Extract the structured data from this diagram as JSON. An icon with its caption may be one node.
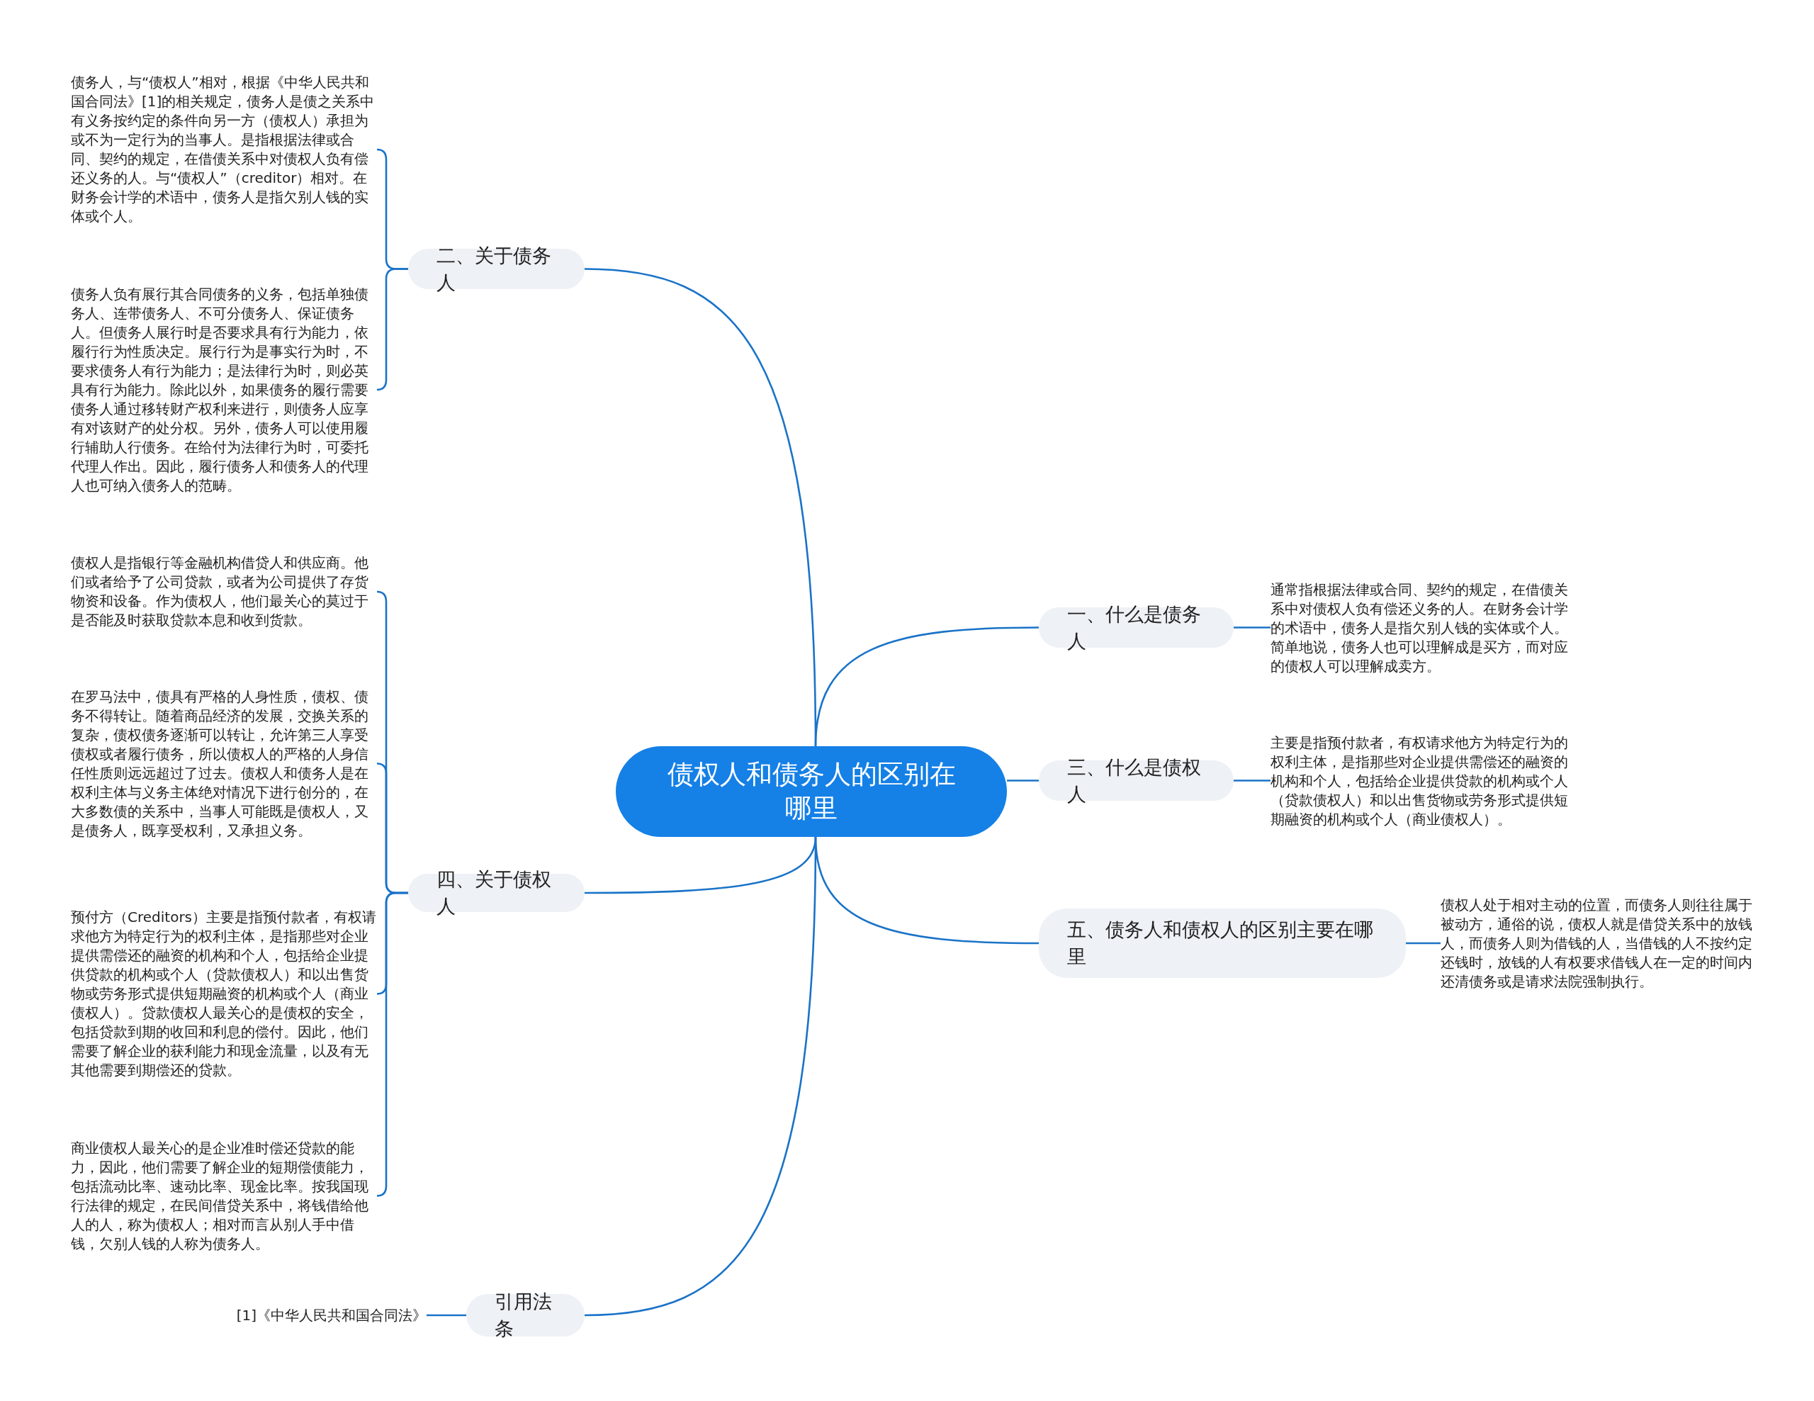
{
  "diagram": {
    "nodes": [
      {
        "text": [
          "债权人和债务人的区别在哪里"
        ]
      },
      {
        "text": [
          "二、关于债务人"
        ]
      },
      {
        "text": [
          "债务人，与“债权人”相对，根据《中华人民共和国合同法》[1]的相关规定，债务人是债之关系中有义务按约定的条件向另一方（债权人）承担为或不为一定行为的当事人。是指根据法律或合同、契约的规定，在借债关系中对债权人负有偿还义务的人。与“债权人”（creditor）相对。在财务会计学的术语中，债务人是指欠别人钱的实体或个人。"
        ]
      },
      {
        "text": [
          "债务人负有展行其合同债务的义务，包括单独债务人、连带债务人、不可分债务人、保证债务人。但债务人展行时是否要求具有行为能力，依履行行为性质决定。展行行为是事实行为时，不要求债务人有行为能力；是法律行为时，则必英具有行为能力。除此以外，如果债务的履行需要债务人通过移转财产权利来进行，则债务人应享有对该财产的处分权。另外，债务人可以使用履行辅助人行债务。在给付为法律行为时，可委托代理人作出。因此，履行债务人和债务人的代理人也可纳入债务人的范畴。"
        ]
      },
      {
        "text": [
          "四、关于债权人"
        ]
      },
      {
        "text": [
          "债权人是指银行等金融机构借贷人和供应商。他们或者给予了公司贷款，或者为公司提供了存货物资和设备。作为债权人，他们最关心的莫过于是否能及时获取贷款本息和收到货款。"
        ]
      },
      {
        "text": [
          "在罗马法中，债具有严格的人身性质，债权、债务不得转让。随着商品经济的发展，交换关系的复杂，债权债务逐渐可以转让，允许第三人享受债权或者履行债务，所以债权人的严格的人身信任性质则远远超过了过去。债权人和债务人是在权利主体与义务主体绝对情况下进行创分的，在大多数债的关系中，当事人可能既是债权人，又是债务人，既享受权利，又承担义务。"
        ]
      },
      {
        "text": [
          "预付方（Creditors）主要是指预付款者，有权请求他方为特定行为的权利主体，是指那些对企业提供需偿还的融资的机构和个人，包括给企业提供贷款的机构或个人（贷款债权人）和以出售货物或劳务形式提供短期融资的机构或个人（商业债权人）。贷款债权人最关心的是债权的安全，包括贷款到期的收回和利息的偿付。因此，他们需要了解企业的获利能力和现金流量，以及有无其他需要到期偿还的贷款。"
        ]
      },
      {
        "text": [
          "商业债权人最关心的是企业准时偿还贷款的能力，因此，他们需要了解企业的短期偿债能力，包括流动比率、速动比率、现金比率。按我国现行法律的规定，在民间借贷关系中，将钱借给他人的人，称为债权人；相对而言从别人手中借钱，欠别人钱的人称为债务人。"
        ]
      },
      {
        "text": [
          "引用法条"
        ]
      },
      {
        "text": [
          "[1]《中华人民共和国合同法》"
        ]
      },
      {
        "text": [
          "一、什么是债务人"
        ]
      },
      {
        "text": [
          "通常指根据法律或合同、契约的规定，在借债关系中对债权人负有偿还义务的人。在财务会计学的术语中，债务人是指欠别人钱的实体或个人。简单地说，债务人也可以理解成是买方，而对应的债权人可以理解成卖方。"
        ]
      },
      {
        "text": [
          "三、什么是债权人"
        ]
      },
      {
        "text": [
          "主要是指预付款者，有权请求他方为特定行为的权利主体，是指那些对企业提供需偿还的融资的机构和个人，包括给企业提供贷款的机构或个人（贷款债权人）和以出售货物或劳务形式提供短期融资的机构或个人（商业债权人）。"
        ]
      },
      {
        "text": [
          "五、债务人和债权人的区别主要在哪里"
        ]
      },
      {
        "text": [
          "债权人处于相对主动的位置，而债务人则往往属于被动方，通俗的说，债权人就是借贷关系中的放钱人，而债务人则为借钱的人，当借钱的人不按约定还钱时，放钱的人有权要求借钱人在一定的时间内还清债务或是请求法院强制执行。"
        ]
      }
    ],
    "edges": [
      {
        "from": 0,
        "to": 1,
        "arrow": "none"
      },
      {
        "from": 1,
        "to": 2,
        "arrow": "none"
      },
      {
        "from": 1,
        "to": 3,
        "arrow": "none"
      },
      {
        "from": 0,
        "to": 4,
        "arrow": "none"
      },
      {
        "from": 4,
        "to": 5,
        "arrow": "none"
      },
      {
        "from": 4,
        "to": 6,
        "arrow": "none"
      },
      {
        "from": 4,
        "to": 7,
        "arrow": "none"
      },
      {
        "from": 4,
        "to": 8,
        "arrow": "none"
      },
      {
        "from": 0,
        "to": 9,
        "arrow": "none"
      },
      {
        "from": 9,
        "to": 10,
        "arrow": "none"
      },
      {
        "from": 0,
        "to": 11,
        "arrow": "none"
      },
      {
        "from": 11,
        "to": 12,
        "arrow": "none"
      },
      {
        "from": 0,
        "to": 13,
        "arrow": "none"
      },
      {
        "from": 13,
        "to": 14,
        "arrow": "none"
      },
      {
        "from": 0,
        "to": 15,
        "arrow": "none"
      },
      {
        "from": 15,
        "to": 16,
        "arrow": "none"
      }
    ]
  }
}
